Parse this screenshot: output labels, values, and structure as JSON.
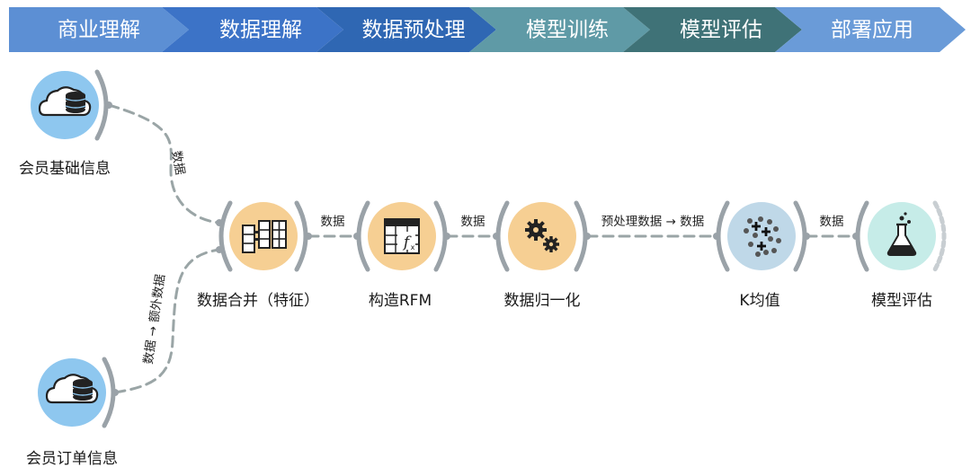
{
  "phases": [
    {
      "label": "商业理解",
      "color": "#5c8fd4"
    },
    {
      "label": "数据理解",
      "color": "#3c73c7"
    },
    {
      "label": "数据预处理",
      "color": "#2f67b3"
    },
    {
      "label": "模型训练",
      "color": "#5f9aa6"
    },
    {
      "label": "模型评估",
      "color": "#3f7277"
    },
    {
      "label": "部署应用",
      "color": "#6a9bd8"
    }
  ],
  "nodes": {
    "member_info": {
      "label": "会员基础信息",
      "icon": "cloud-database-icon"
    },
    "member_orders": {
      "label": "会员订单信息",
      "icon": "cloud-database-icon"
    },
    "merge": {
      "label": "数据合并（特征）",
      "icon": "merge-data-icon"
    },
    "rfm": {
      "label": "构造RFM",
      "icon": "formula-icon"
    },
    "normalize": {
      "label": "数据归一化",
      "icon": "gears-icon"
    },
    "kmeans": {
      "label": "K均值",
      "icon": "cluster-icon"
    },
    "evaluate": {
      "label": "模型评估",
      "icon": "flask-icon"
    }
  },
  "links": {
    "info_to_merge": "数据",
    "orders_to_merge": "数据 → 额外数据",
    "merge_to_rfm": "数据",
    "rfm_to_normalize": "数据",
    "normalize_to_kmeans": "预处理数据 → 数据",
    "kmeans_to_evaluate": "数据"
  },
  "colors": {
    "cloud_bg": "#8ec7ef",
    "orange_bg": "#f6cf93",
    "kmeans_bg": "#bfd8e8",
    "eval_bg": "#c6ece8",
    "connector": "#9aa5a6"
  }
}
